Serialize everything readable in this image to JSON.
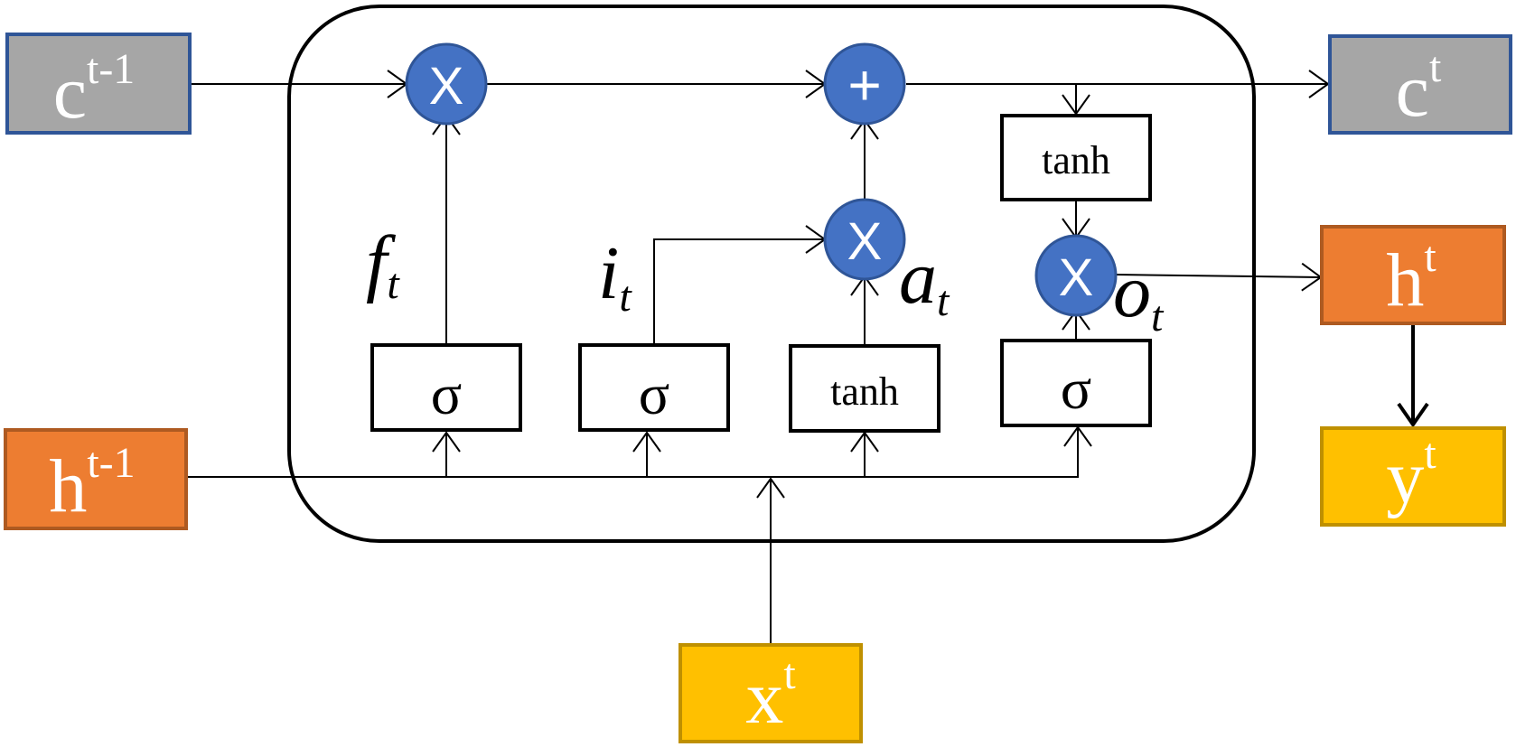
{
  "diagram": {
    "inputs": {
      "c_prev": {
        "base": "c",
        "sup": "t-1",
        "fill": "#A6A6A6",
        "stroke": "#2F5597"
      },
      "h_prev": {
        "base": "h",
        "sup": "t-1",
        "fill": "#ED7D31",
        "stroke": "#AE5A21"
      },
      "x_t": {
        "base": "x",
        "sup": "t",
        "fill": "#FFC000",
        "stroke": "#BF9000"
      }
    },
    "outputs": {
      "c_t": {
        "base": "c",
        "sup": "t",
        "fill": "#A6A6A6",
        "stroke": "#2F5597"
      },
      "h_t": {
        "base": "h",
        "sup": "t",
        "fill": "#ED7D31",
        "stroke": "#AE5A21"
      },
      "y_t": {
        "base": "y",
        "sup": "t",
        "fill": "#FFC000",
        "stroke": "#BF9000"
      }
    },
    "operators": {
      "forget_mult": "X",
      "cell_add": "+",
      "input_mult": "X",
      "output_mult": "X",
      "fill": "#4472C4",
      "stroke": "#2F5597"
    },
    "gates": {
      "forget": "σ",
      "input": "σ",
      "candidate": "tanh",
      "output": "σ",
      "cell_tanh": "tanh"
    },
    "gate_labels": {
      "f": {
        "base": "f",
        "sub": "t"
      },
      "i": {
        "base": "i",
        "sub": "t"
      },
      "a": {
        "base": "a",
        "sub": "t"
      },
      "o": {
        "base": "o",
        "sub": "t"
      }
    }
  }
}
